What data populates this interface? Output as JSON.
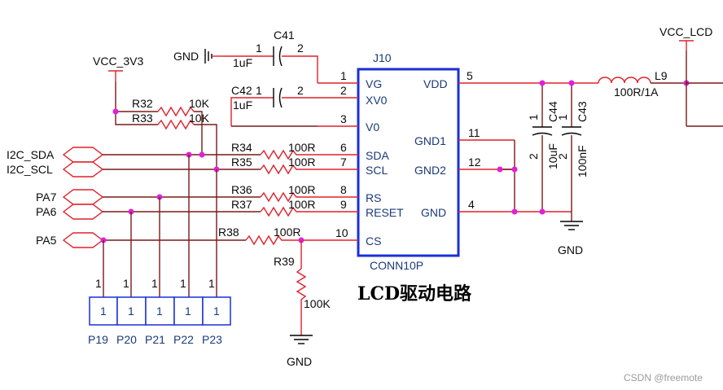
{
  "diagram": {
    "title": "LCD驱动电路",
    "watermark": "CSDN @freemote",
    "connector": {
      "ref": "J10",
      "value": "CONN10P"
    },
    "pins": [
      {
        "num": "1",
        "name": "VG"
      },
      {
        "num": "2",
        "name": "XV0"
      },
      {
        "num": "3",
        "name": "V0"
      },
      {
        "num": "6",
        "name": "SDA"
      },
      {
        "num": "7",
        "name": "SCL"
      },
      {
        "num": "8",
        "name": "RS"
      },
      {
        "num": "9",
        "name": "RESET"
      },
      {
        "num": "10",
        "name": "CS"
      },
      {
        "num": "5",
        "name": "VDD"
      },
      {
        "num": "11",
        "name": "GND1"
      },
      {
        "num": "12",
        "name": "GND2"
      },
      {
        "num": "4",
        "name": "GND"
      }
    ],
    "nets": {
      "gnd": "GND",
      "vcc_3v3": "VCC_3V3",
      "vcc_lcd": "VCC_LCD",
      "i2c_sda": "I2C_SDA",
      "i2c_scl": "I2C_SCL",
      "pa7": "PA7",
      "pa6": "PA6",
      "pa5": "PA5"
    },
    "components": {
      "c41": {
        "ref": "C41",
        "value": "1uF",
        "pin1": "1",
        "pin2": "2"
      },
      "c42": {
        "ref": "C42",
        "value": "1uF",
        "pin1": "1",
        "pin2": "2"
      },
      "c44": {
        "ref": "C44",
        "value": "10uF",
        "pin1": "1",
        "pin2": "2"
      },
      "c43": {
        "ref": "C43",
        "value": "100nF",
        "pin1": "1",
        "pin2": "2"
      },
      "l9": {
        "ref": "L9",
        "value": "100R/1A"
      },
      "r32": {
        "ref": "R32",
        "value": "10K"
      },
      "r33": {
        "ref": "R33",
        "value": "10K"
      },
      "r34": {
        "ref": "R34",
        "value": "100R"
      },
      "r35": {
        "ref": "R35",
        "value": "100R"
      },
      "r36": {
        "ref": "R36",
        "value": "100R"
      },
      "r37": {
        "ref": "R37",
        "value": "100R"
      },
      "r38": {
        "ref": "R38",
        "value": "100R"
      },
      "r39": {
        "ref": "R39",
        "value": "100K"
      }
    },
    "test_points": [
      {
        "ref": "P19",
        "pin": "1"
      },
      {
        "ref": "P20",
        "pin": "1"
      },
      {
        "ref": "P21",
        "pin": "1"
      },
      {
        "ref": "P22",
        "pin": "1"
      },
      {
        "ref": "P23",
        "pin": "1"
      }
    ]
  }
}
